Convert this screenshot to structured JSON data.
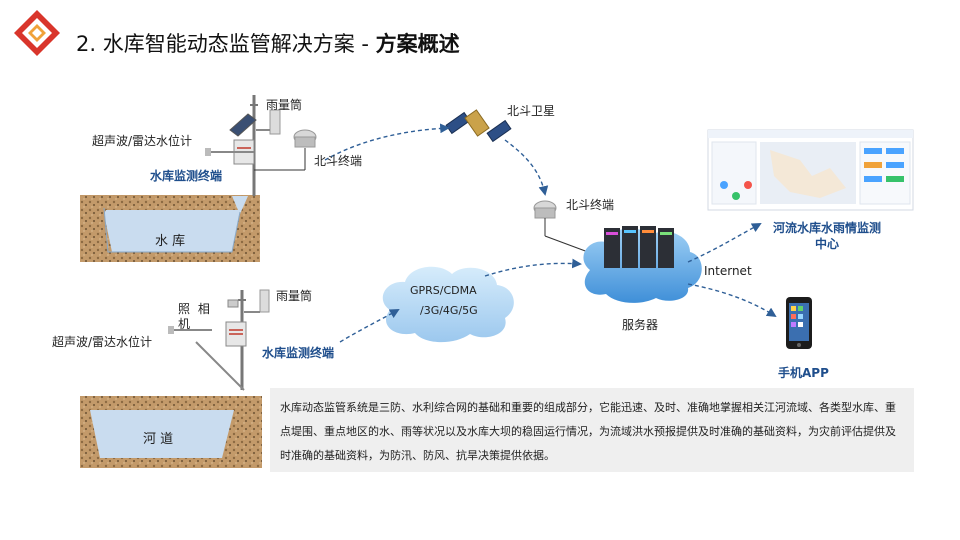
{
  "header": {
    "title_main": "2. 水库智能动态监管解决方案 - ",
    "title_bold": "方案概述"
  },
  "top_station": {
    "rain_gauge": "雨量筒",
    "level_meter": "超声波/雷达水位计",
    "terminal": "水库监测终端",
    "beidou_terminal": "北斗终端",
    "water_body": "水 库"
  },
  "bottom_station": {
    "rain_gauge": "雨量筒",
    "camera": "照 相 机",
    "level_meter": "超声波/雷达水位计",
    "terminal": "水库监测终端",
    "water_body": "河 道"
  },
  "network": {
    "satellite": "北斗卫星",
    "beidou_terminal": "北斗终端",
    "cloud_line1": "GPRS/CDMA",
    "cloud_line2": "/3G/4G/5G",
    "server": "服务器",
    "internet": "Internet",
    "monitor_center": "河流水库水雨情监测中心",
    "mobile_app": "手机APP"
  },
  "description": "水库动态监管系统是三防、水利综合网的基础和重要的组成部分，它能迅速、及时、准确地掌握相关江河流域、各类型水库、重点堤围、重点地区的水、雨等状况以及水库大坝的稳固运行情况，为流域洪水预报提供及时准确的基础资料，为灾前评估提供及时准确的基础资料，为防汛、防风、抗旱决策提供依据。",
  "colors": {
    "accent_blue": "#1f4e8c",
    "logo_red": "#d9352b",
    "logo_orange": "#f0a23a",
    "water": "#c9dcef",
    "soil": "#b08a5c"
  }
}
